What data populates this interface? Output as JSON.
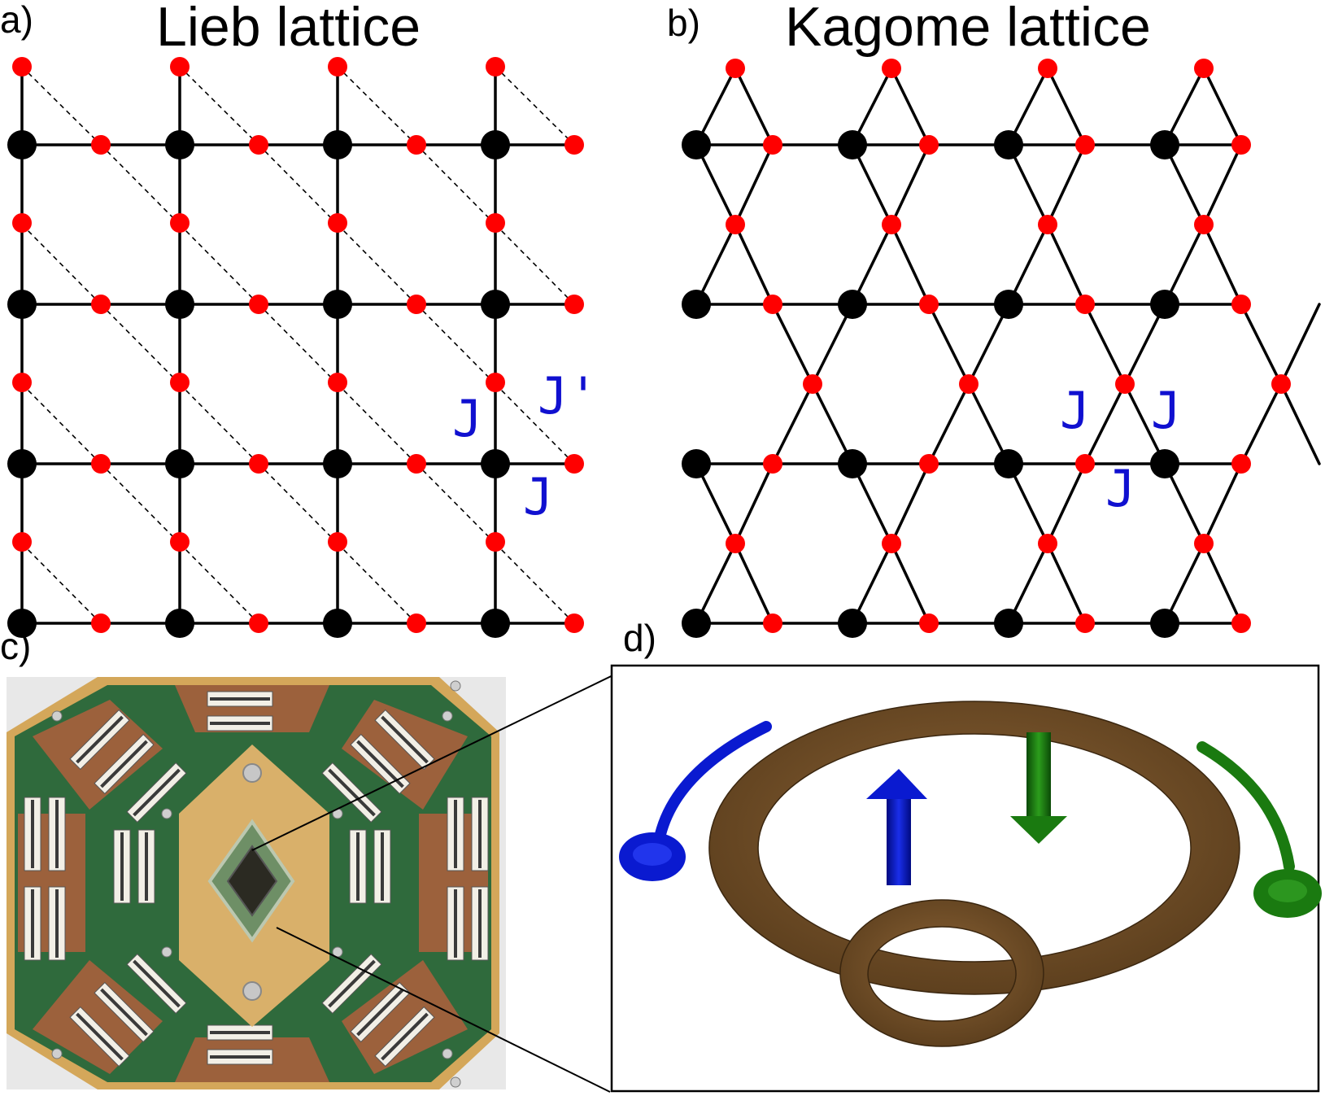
{
  "panels": {
    "a": {
      "label": "a)",
      "title": "Lieb lattice",
      "couplings": {
        "j_vertical": "J",
        "j_diagonal": "J'",
        "j_horizontal": "J"
      }
    },
    "b": {
      "label": "b)",
      "title": "Kagome lattice",
      "couplings": {
        "j_left": "J",
        "j_right": "J",
        "j_bottom": "J"
      }
    },
    "c": {
      "label": "c)"
    },
    "d": {
      "label": "d)"
    }
  },
  "colors": {
    "major_site": "#000000",
    "minor_site": "#ff0000",
    "coupling_text": "#1010d0",
    "flux_loop": "#6b4a22",
    "left_spin": "#0a1ad0",
    "right_spin": "#1a7a10",
    "board_copper": "#a8603c",
    "board_green": "#2f6a3c",
    "board_gold": "#d4a75a"
  },
  "lattice": {
    "lieb": {
      "rows": 4,
      "cols": 4
    },
    "kagome": {
      "rows": 4,
      "cols": 4
    }
  },
  "icons": {
    "chip_photo": "processor-board-photo",
    "left_arrow": "curved-arrow-blue",
    "right_arrow": "curved-arrow-green",
    "up_spin": "up-arrow-icon",
    "down_spin": "down-arrow-icon",
    "loop": "flux-qubit-loop"
  }
}
